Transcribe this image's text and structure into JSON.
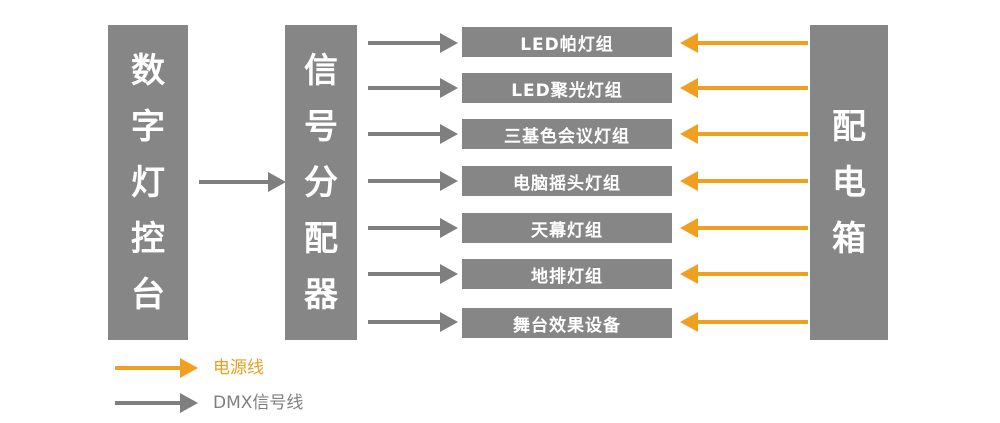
{
  "console": {
    "chars": [
      "数",
      "字",
      "灯",
      "控",
      "台"
    ]
  },
  "splitter": {
    "chars": [
      "信",
      "号",
      "分",
      "配",
      "器"
    ]
  },
  "power_box": {
    "chars": [
      "配",
      "电",
      "箱"
    ]
  },
  "devices": [
    {
      "label": "LED帕灯组"
    },
    {
      "label": "LED聚光灯组"
    },
    {
      "label": "三基色会议灯组"
    },
    {
      "label": "电脑摇头灯组"
    },
    {
      "label": "天幕灯组"
    },
    {
      "label": "地排灯组"
    },
    {
      "label": "舞台效果设备"
    }
  ],
  "legend": {
    "power_line": "电源线",
    "dmx_line": "DMX信号线"
  },
  "colors": {
    "box_fill": "#868686",
    "dmx_arrow": "#7f7f7f",
    "power_arrow": "#f0a020",
    "legend_power_text": "#e8a020",
    "legend_dmx_text": "#7f7f7f"
  }
}
